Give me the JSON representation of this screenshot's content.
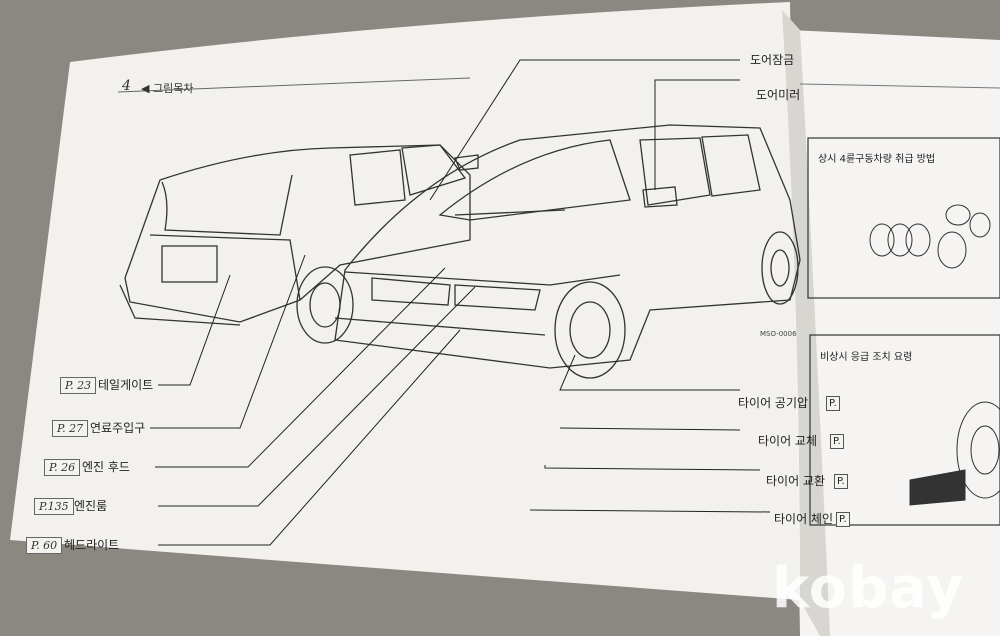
{
  "page": {
    "number": "4",
    "section_title": "◀ 그림목차"
  },
  "diagram_code": "MSO-0006",
  "callouts_left": [
    {
      "ref": "P. 23",
      "label": "테일게이트"
    },
    {
      "ref": "P. 27",
      "label": "연료주입구"
    },
    {
      "ref": "P. 26",
      "label": "엔진 후드"
    },
    {
      "ref": "P.135",
      "label": "엔진룸"
    },
    {
      "ref": "P. 60",
      "label": "헤드라이트"
    }
  ],
  "callouts_right": [
    {
      "label": "타이어 공기압",
      "ref": "P."
    },
    {
      "label": "타이어 교체",
      "ref": "P."
    },
    {
      "label": "타이어 교환",
      "ref": "P."
    },
    {
      "label": "타이어 체인",
      "ref": "P."
    }
  ],
  "callouts_top": [
    {
      "label": "도어잠금"
    },
    {
      "label": "도어미러"
    }
  ],
  "right_page": {
    "box1_title": "상시 4륜구동차량 취급 방법",
    "box2_title": "비상시 응급 조치 요령"
  },
  "watermark": "kobay"
}
